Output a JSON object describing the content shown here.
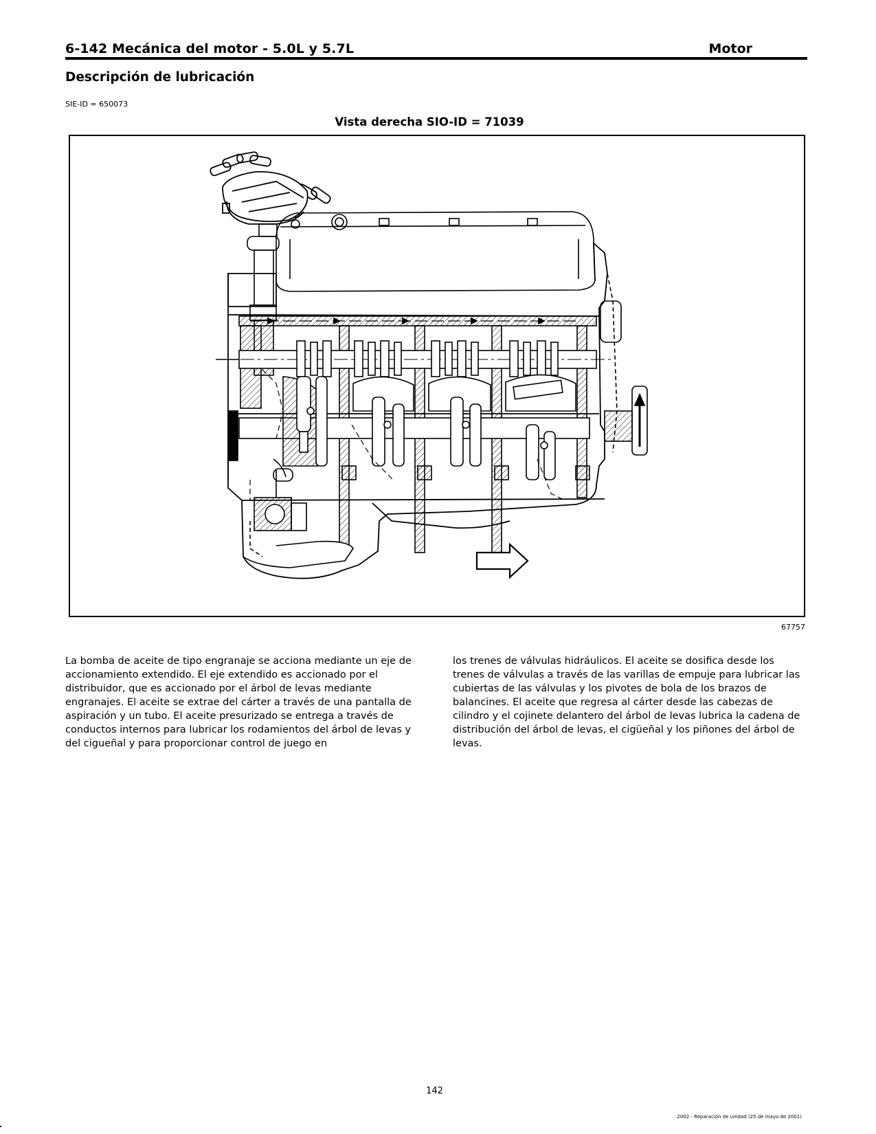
{
  "header": {
    "left": "6-142 Mecánica del motor - 5.0L y 5.7L",
    "right": "Motor"
  },
  "section_title": "Descripción de lubricación",
  "sie_id": "SIE-ID = 650073",
  "figure": {
    "title": "Vista derecha SIO-ID = 71039",
    "number": "67757"
  },
  "body": {
    "column_left": "La bomba de aceite de tipo engranaje se acciona mediante un eje de accionamiento extendido. El eje extendido es accionado por el distribuidor, que es accionado por el árbol de levas mediante engranajes. El aceite se extrae del cárter a través de una pantalla de aspiración y un tubo. El aceite presurizado se entrega a través de conductos internos para lubricar los rodamientos del árbol de levas y del cigueñal y para proporcionar control de juego en",
    "column_right": "los trenes de válvulas hidráulicos. El aceite se dosifica desde los trenes de válvulas a través de las varillas de empuje para lubricar las cubiertas de las válvulas y los pivotes de bola de los brazos de balancines. El aceite que regresa al cárter desde las cabezas de cilindro y el cojinete delantero del árbol de levas lubrica la cadena de distribución del árbol de levas, el cigüeñal y los piñones del árbol de levas."
  },
  "page_number": "142",
  "footer": "2002 - Reparación de unidad (25 de mayo de 2001)"
}
